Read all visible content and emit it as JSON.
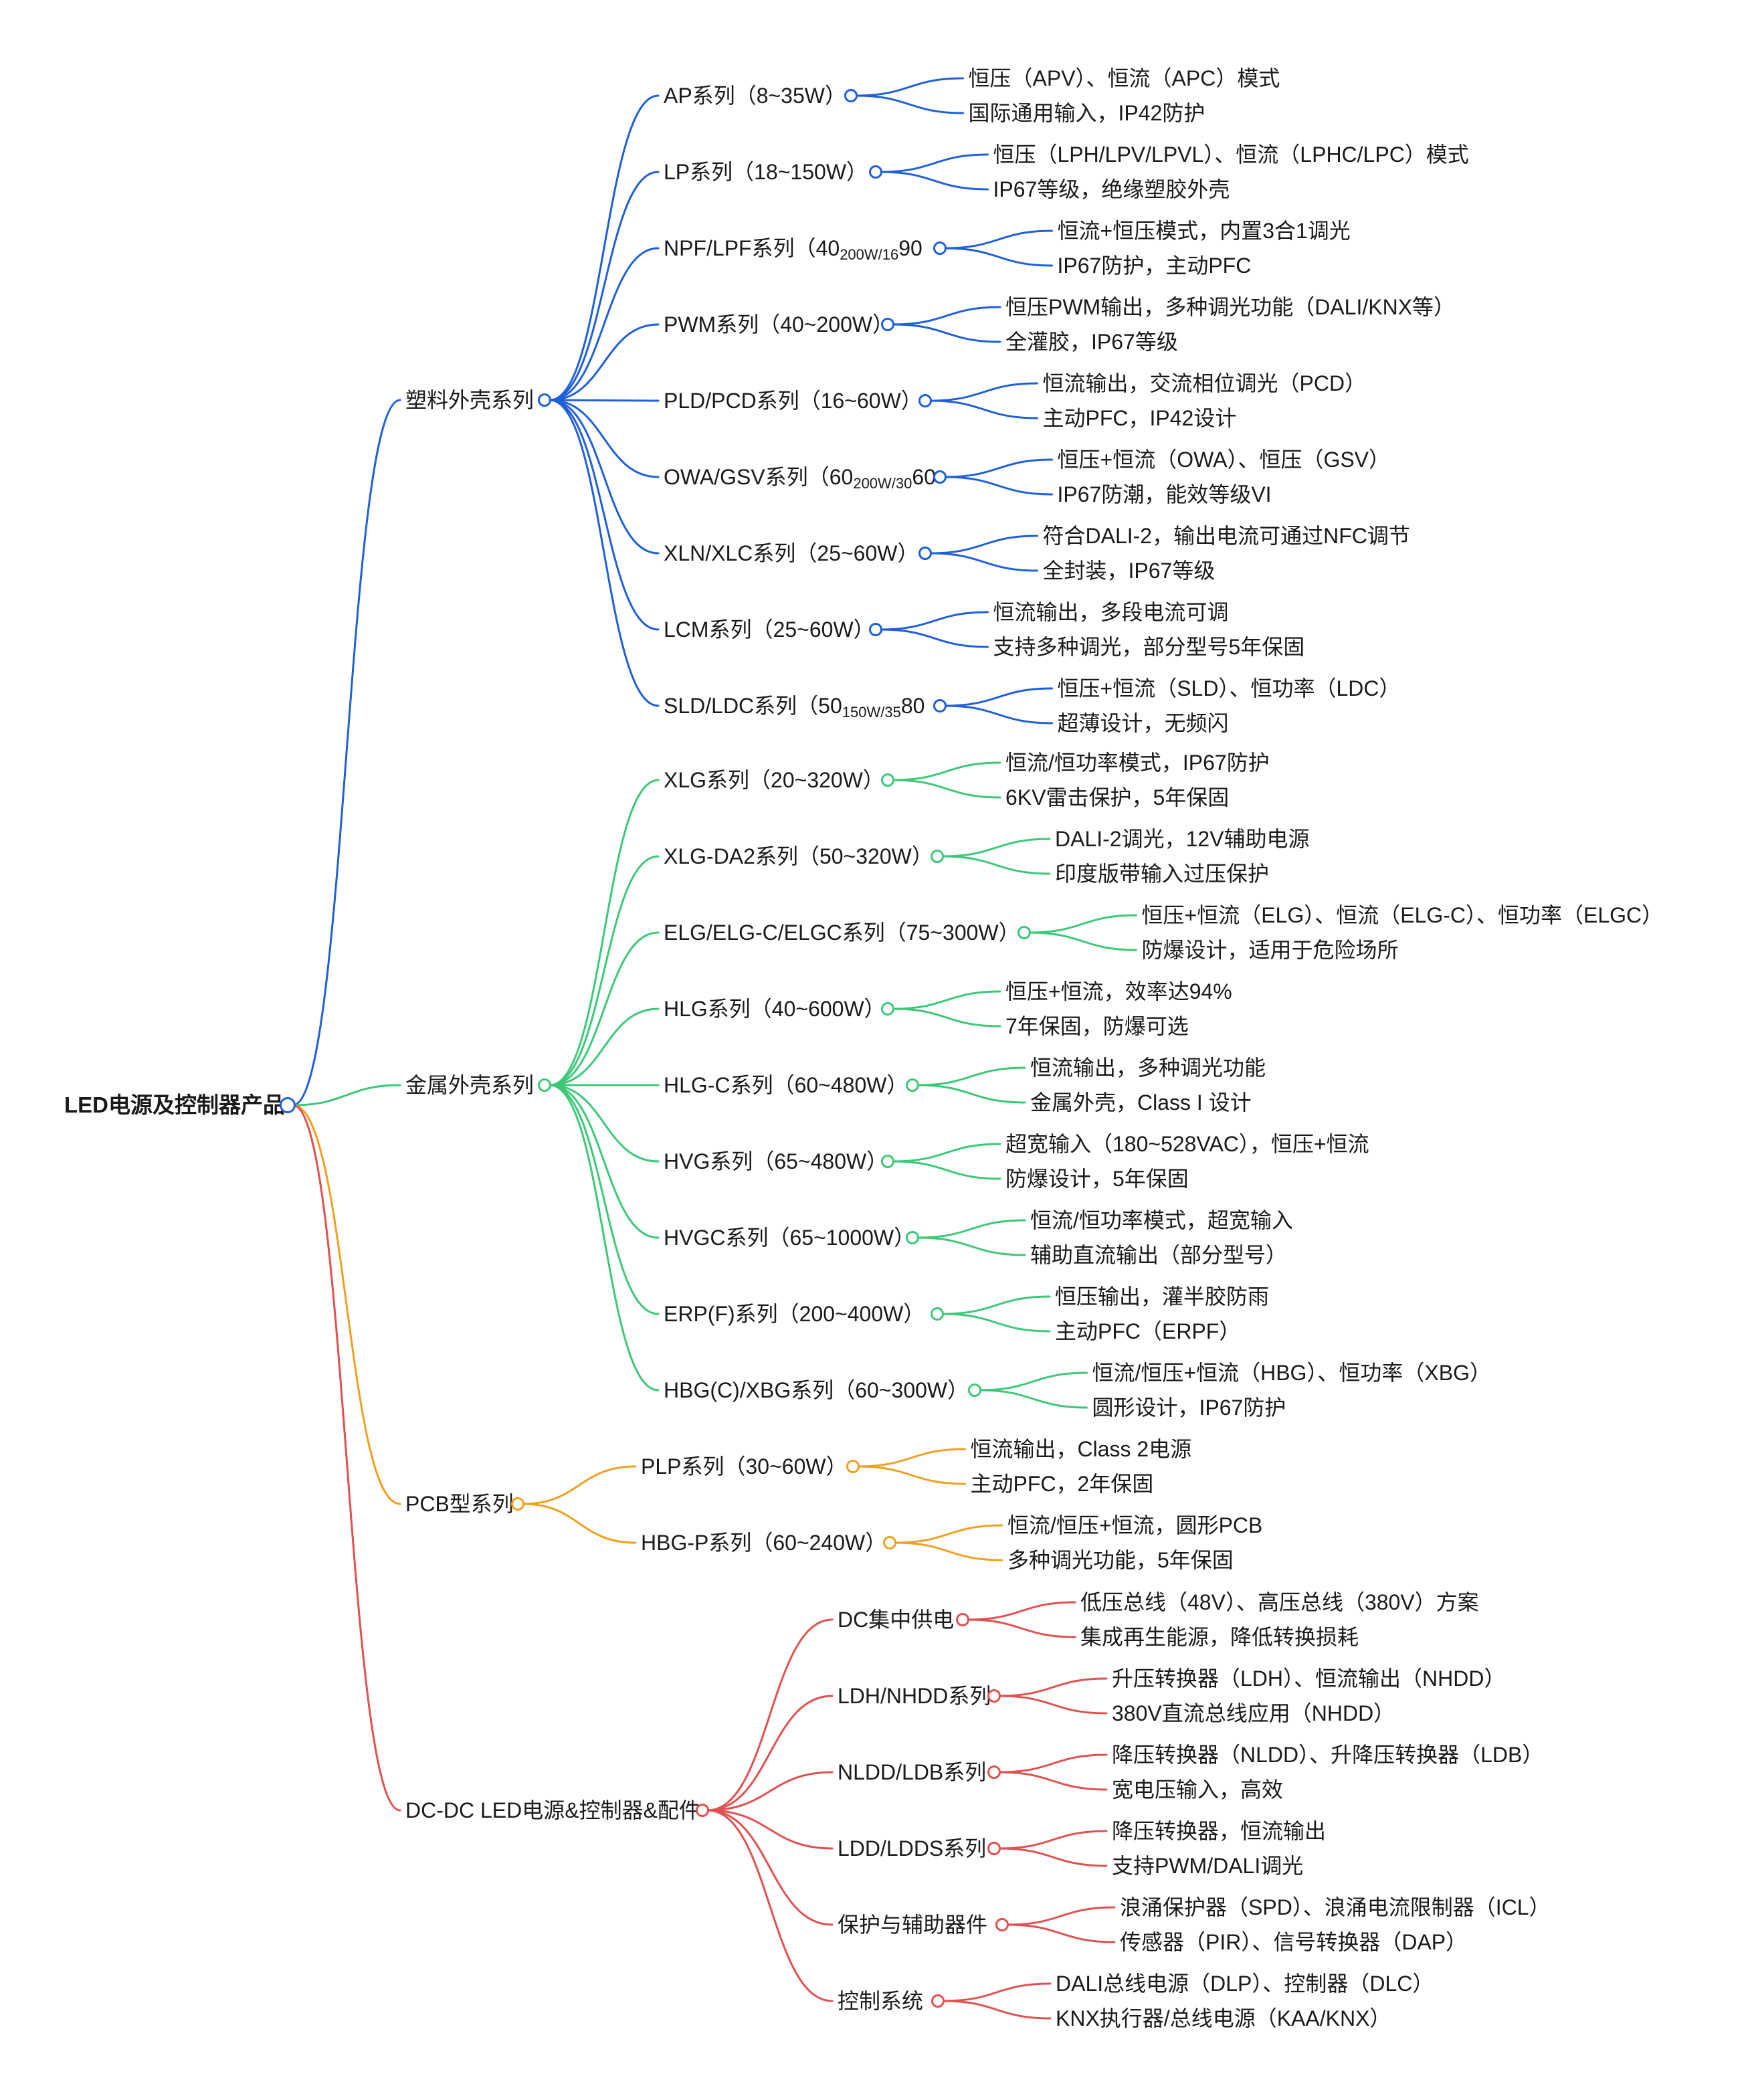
{
  "root": "LED电源及控制器产品",
  "colors": {
    "plastic": "#1f5fd8",
    "metal": "#3cc878",
    "pcb": "#f0a020",
    "dcdc": "#e05050"
  },
  "branches": [
    {
      "label": "塑料外壳系列",
      "color": "#1f5fd8",
      "children": [
        {
          "label": "AP系列（8~35W）",
          "details": [
            "恒压（APV）、恒流（APC）模式",
            "国际通用输入，IP42防护"
          ]
        },
        {
          "label": "LP系列（18~150W）",
          "details": [
            "恒压（LPH/LPV/LPVL）、恒流（LPHC/LPC）模式",
            "IP67等级，绝缘塑胶外壳"
          ]
        },
        {
          "label": "NPF/LPF系列（40",
          "sub": "200W/16",
          "tail": "90",
          "details": [
            "恒流+恒压模式，内置3合1调光",
            "IP67防护，主动PFC"
          ]
        },
        {
          "label": "PWM系列（40~200W）",
          "details": [
            "恒压PWM输出，多种调光功能（DALI/KNX等）",
            "全灌胶，IP67等级"
          ]
        },
        {
          "label": "PLD/PCD系列（16~60W）",
          "details": [
            "恒流输出，交流相位调光（PCD）",
            "主动PFC，IP42设计"
          ]
        },
        {
          "label": "OWA/GSV系列（60",
          "sub": "200W/30",
          "tail": "60",
          "details": [
            "恒压+恒流（OWA）、恒压（GSV）",
            "IP67防潮，能效等级VI"
          ]
        },
        {
          "label": "XLN/XLC系列（25~60W）",
          "details": [
            "符合DALI-2，输出电流可通过NFC调节",
            "全封装，IP67等级"
          ]
        },
        {
          "label": "LCM系列（25~60W）",
          "details": [
            "恒流输出，多段电流可调",
            "支持多种调光，部分型号5年保固"
          ]
        },
        {
          "label": "SLD/LDC系列（50",
          "sub": "150W/35",
          "tail": "80",
          "details": [
            "恒压+恒流（SLD）、恒功率（LDC）",
            "超薄设计，无频闪"
          ]
        }
      ]
    },
    {
      "label": "金属外壳系列",
      "color": "#3cc878",
      "children": [
        {
          "label": "XLG系列（20~320W）",
          "details": [
            "恒流/恒功率模式，IP67防护",
            "6KV雷击保护，5年保固"
          ]
        },
        {
          "label": "XLG-DA2系列（50~320W）",
          "details": [
            "DALI-2调光，12V辅助电源",
            "印度版带输入过压保护"
          ]
        },
        {
          "label": "ELG/ELG-C/ELGC系列（75~300W）",
          "details": [
            "恒压+恒流（ELG）、恒流（ELG-C）、恒功率（ELGC）",
            "防爆设计，适用于危险场所"
          ]
        },
        {
          "label": "HLG系列（40~600W）",
          "details": [
            "恒压+恒流，效率达94%",
            "7年保固，防爆可选"
          ]
        },
        {
          "label": "HLG-C系列（60~480W）",
          "details": [
            "恒流输出，多种调光功能",
            "金属外壳，Class I 设计"
          ]
        },
        {
          "label": "HVG系列（65~480W）",
          "details": [
            "超宽输入（180~528VAC），恒压+恒流",
            "防爆设计，5年保固"
          ]
        },
        {
          "label": "HVGC系列（65~1000W）",
          "details": [
            "恒流/恒功率模式，超宽输入",
            "辅助直流输出（部分型号）"
          ]
        },
        {
          "label": "ERP(F)系列（200~400W）",
          "details": [
            "恒压输出，灌半胶防雨",
            "主动PFC（ERPF）"
          ]
        },
        {
          "label": "HBG(C)/XBG系列（60~300W）",
          "details": [
            "恒流/恒压+恒流（HBG）、恒功率（XBG）",
            "圆形设计，IP67防护"
          ]
        }
      ]
    },
    {
      "label": "PCB型系列",
      "color": "#f0a020",
      "children": [
        {
          "label": "PLP系列（30~60W）",
          "details": [
            "恒流输出，Class 2电源",
            "主动PFC，2年保固"
          ]
        },
        {
          "label": "HBG-P系列（60~240W）",
          "details": [
            "恒流/恒压+恒流，圆形PCB",
            "多种调光功能，5年保固"
          ]
        }
      ]
    },
    {
      "label": "DC-DC LED电源&控制器&配件",
      "color": "#e05050",
      "children": [
        {
          "label": "DC集中供电",
          "details": [
            "低压总线（48V）、高压总线（380V）方案",
            "集成再生能源，降低转换损耗"
          ]
        },
        {
          "label": "LDH/NHDD系列",
          "details": [
            "升压转换器（LDH）、恒流输出（NHDD）",
            "380V直流总线应用（NHDD）"
          ]
        },
        {
          "label": "NLDD/LDB系列",
          "details": [
            "降压转换器（NLDD）、升降压转换器（LDB）",
            "宽电压输入，高效"
          ]
        },
        {
          "label": "LDD/LDDS系列",
          "details": [
            "降压转换器，恒流输出",
            "支持PWM/DALI调光"
          ]
        },
        {
          "label": "保护与辅助器件",
          "details": [
            "浪涌保护器（SPD）、浪涌电流限制器（ICL）",
            "传感器（PIR）、信号转换器（DAP）"
          ]
        },
        {
          "label": "控制系统",
          "details": [
            "DALI总线电源（DLP）、控制器（DLC）",
            "KNX执行器/总线电源（KAA/KNX）"
          ]
        }
      ]
    }
  ]
}
